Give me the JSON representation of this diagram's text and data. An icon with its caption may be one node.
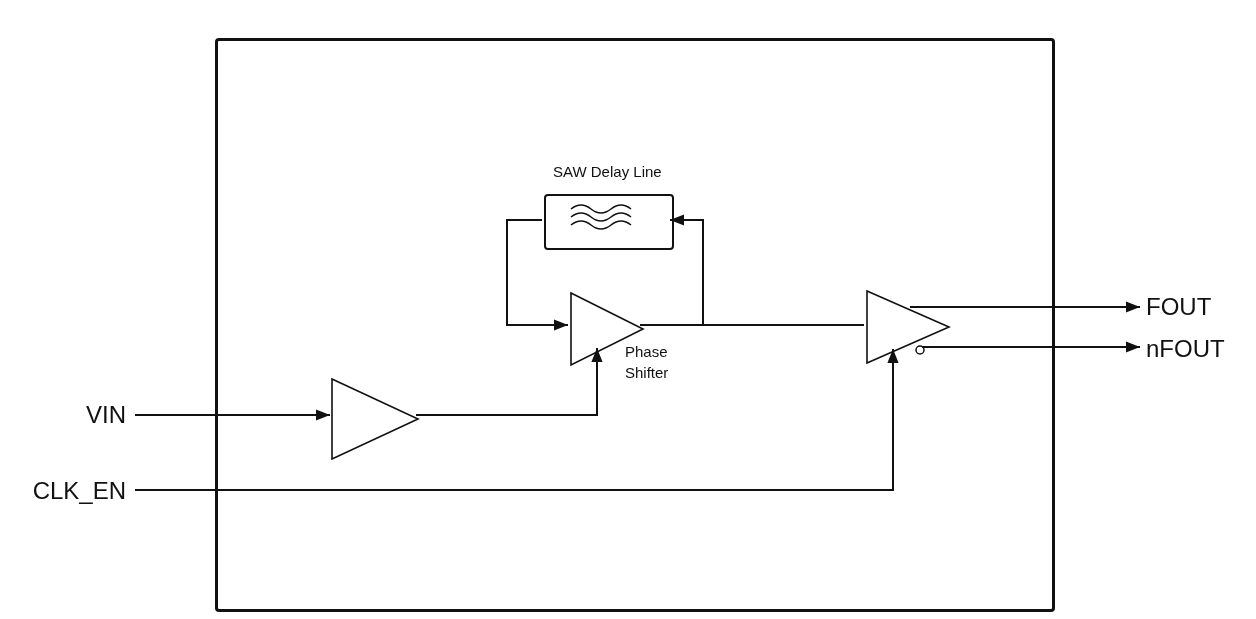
{
  "diagram": {
    "nodes": [
      {
        "text": [],
        "shape": "box"
      },
      {
        "text": [
          "SAW Delay Line"
        ],
        "in": 0
      },
      {
        "text": [
          "Phase Shifter"
        ],
        "in": 0
      },
      {
        "text": [],
        "shape": "triangle",
        "in": 0
      },
      {
        "text": [],
        "shape": "triangle",
        "in": 0
      },
      {
        "text": [
          "VIN"
        ]
      },
      {
        "text": [
          "CLK_EN"
        ]
      },
      {
        "text": [
          "FOUT"
        ]
      },
      {
        "text": [
          "nFOUT"
        ]
      }
    ],
    "edges": [
      {
        "from": 5,
        "to": 3,
        "arrow": "to"
      },
      {
        "from": 3,
        "to": 2,
        "arrow": "to"
      },
      {
        "from": 2,
        "to": 1,
        "arrow": "to"
      },
      {
        "from": 1,
        "to": 2,
        "arrow": "to"
      },
      {
        "from": 2,
        "to": 4,
        "arrow": "none"
      },
      {
        "from": 6,
        "to": 4,
        "arrow": "to"
      },
      {
        "from": 4,
        "to": 7,
        "arrow": "to"
      },
      {
        "from": 4,
        "to": 8,
        "arrow": "to"
      }
    ]
  }
}
